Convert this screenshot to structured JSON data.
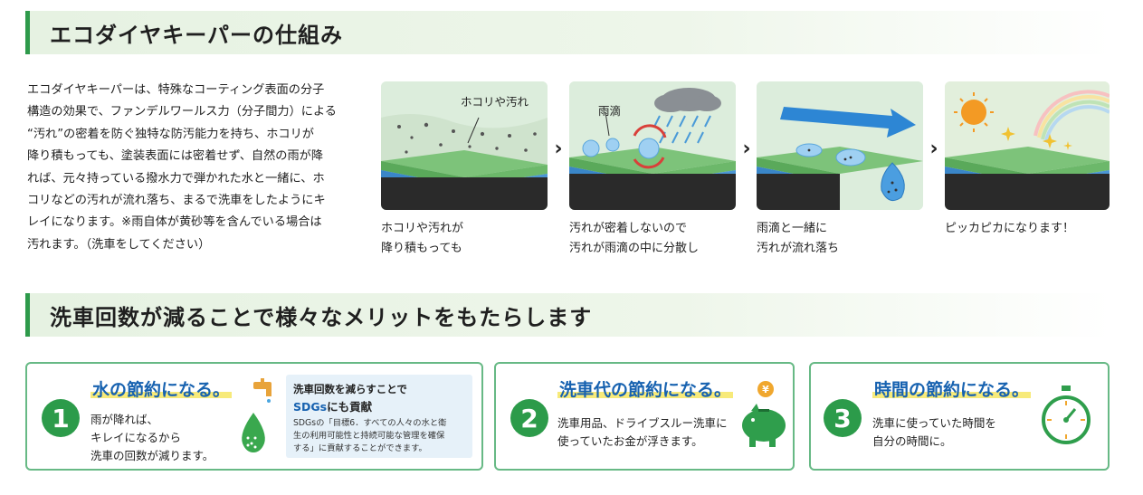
{
  "section1": {
    "title": "エコダイヤキーパーの仕組み",
    "intro_lines": [
      "エコダイヤキーパーは、特殊なコーティング表面の分子",
      "構造の効果で、ファンデルワールス力（分子間力）による",
      "“汚れ”の密着を防ぐ独特な防汚能力を持ち、ホコリが",
      "降り積もっても、塗装表面には密着せず、自然の雨が降",
      "れば、元々持っている撥水力で弾かれた水と一緒に、ホ",
      "コリなどの汚れが流れ落ち、まるで洗車をしたようにキ",
      "レイになります。※雨自体が黄砂等を含んでいる場合は",
      "汚れます。（洗車をしてください）"
    ],
    "steps": [
      {
        "image_label": "ホコリや汚れ",
        "caption": [
          "ホコリや汚れが",
          "降り積もっても"
        ]
      },
      {
        "image_label": "雨滴",
        "caption": [
          "汚れが密着しないので",
          "汚れが雨滴の中に分散し"
        ]
      },
      {
        "image_label": "",
        "caption": [
          "雨滴と一緒に",
          "汚れが流れ落ち"
        ]
      },
      {
        "image_label": "",
        "caption": [
          "ピッカピカになります！"
        ]
      }
    ],
    "arrow_glyph": "›"
  },
  "section2": {
    "title": "洗車回数が減ることで様々なメリットをもたらします",
    "cards": [
      {
        "number": "1",
        "title": "水の節約になる。",
        "text": [
          "雨が降れば、",
          "キレイになるから",
          "洗車の回数が減ります。"
        ],
        "icons": [
          "faucet-icon",
          "water-drop-icon"
        ],
        "sdgs": {
          "line1": "洗車回数を減らすことで",
          "line2_blue": "SDGs",
          "line2_rest": "にも貢献",
          "body": [
            "SDGsの「目標6．すべての人々の水と衛",
            "生の利用可能性と持続可能な管理を確保",
            "する」に貢献することができます。"
          ]
        }
      },
      {
        "number": "2",
        "title": "洗車代の節約になる。",
        "text": [
          "洗車用品、ドライブスルー洗車に",
          "使っていたお金が浮きます。"
        ],
        "icons": [
          "piggy-bank-icon",
          "yen-coin-icon"
        ],
        "coin_glyph": "¥"
      },
      {
        "number": "3",
        "title": "時間の節約になる。",
        "text": [
          "洗車に使っていた時間を",
          "自分の時間に。"
        ],
        "icons": [
          "stopwatch-icon"
        ]
      }
    ]
  },
  "colors": {
    "accent_green": "#2c9b4a",
    "title_blue": "#1762b0",
    "highlight_yellow": "#f7ea7a",
    "card_border": "#67b985",
    "sdgs_bg": "#e6f1f9"
  }
}
